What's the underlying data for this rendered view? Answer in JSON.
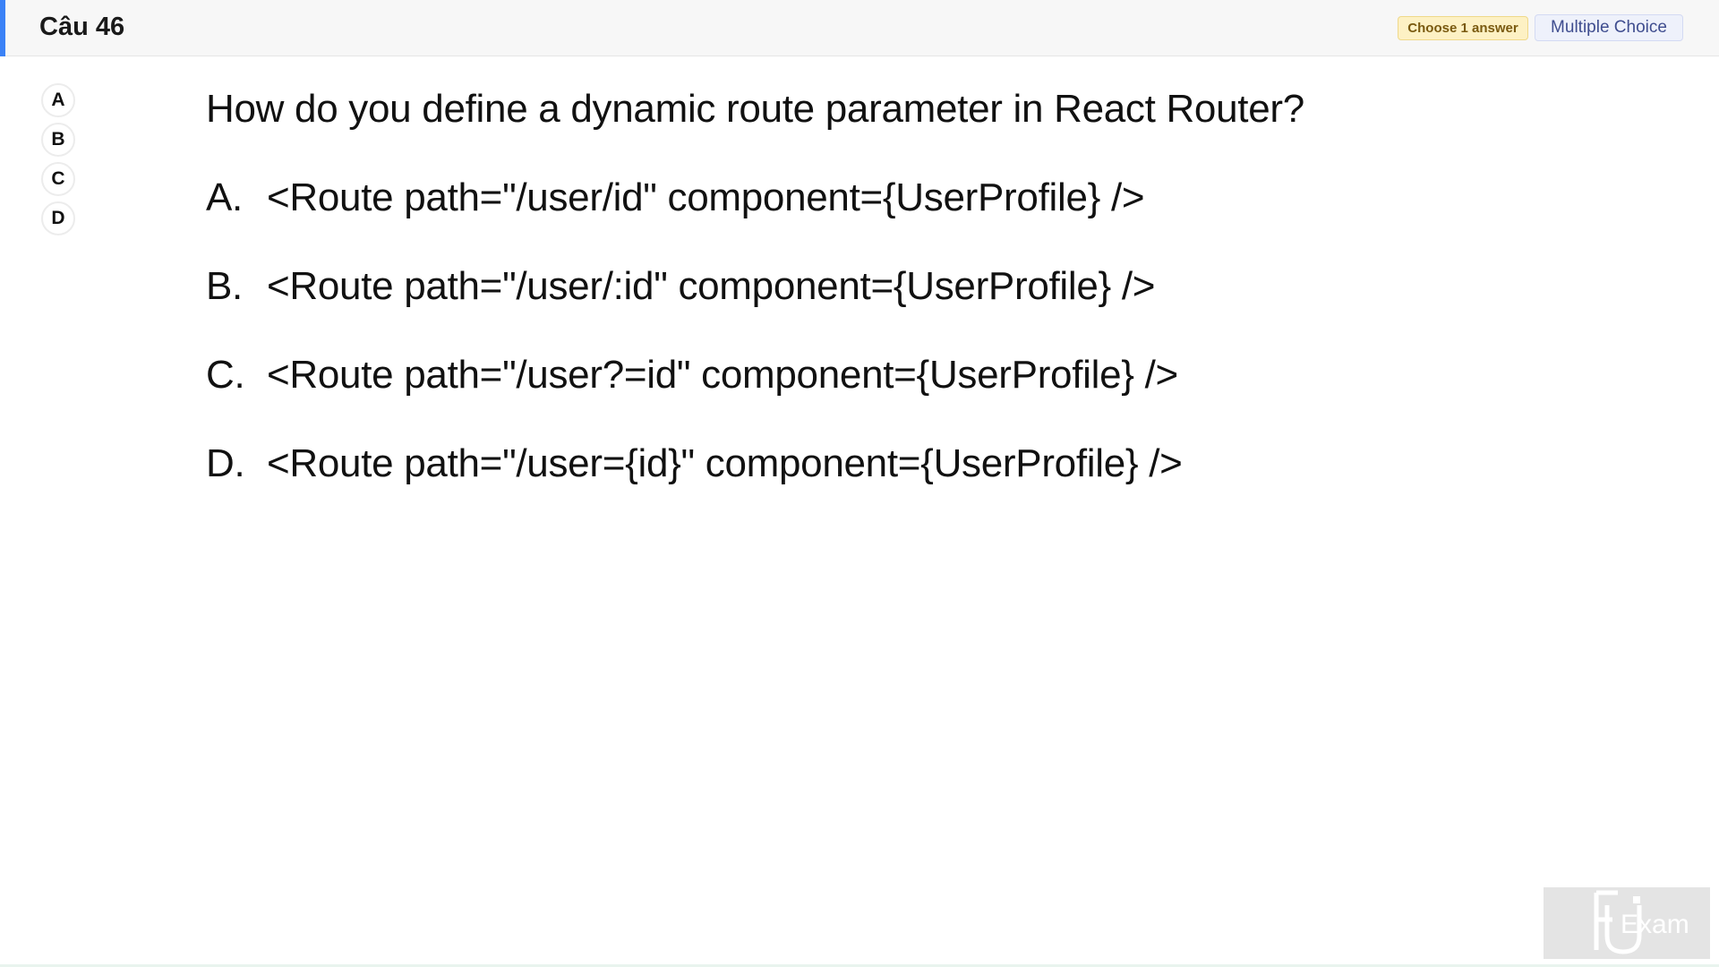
{
  "header": {
    "title": "Câu 46",
    "badge_choose": "Choose 1 answer",
    "badge_type": "Multiple Choice",
    "accent_color": "#3b82f6"
  },
  "options": [
    {
      "label": "A"
    },
    {
      "label": "B"
    },
    {
      "label": "C"
    },
    {
      "label": "D"
    }
  ],
  "question": {
    "text": "How do you define a dynamic route parameter in React Router?",
    "choices": [
      {
        "letter": "A.",
        "text": "<Route path=\"/user/id\" component={UserProfile} />"
      },
      {
        "letter": "B.",
        "text": "<Route path=\"/user/:id\" component={UserProfile} />"
      },
      {
        "letter": "C.",
        "text": "<Route path=\"/user?=id\" component={UserProfile} />"
      },
      {
        "letter": "D.",
        "text": "<Route path=\"/user={id}\" component={UserProfile} />"
      }
    ]
  },
  "watermark": {
    "text": "Exam",
    "icon": "fu-logo-icon"
  }
}
